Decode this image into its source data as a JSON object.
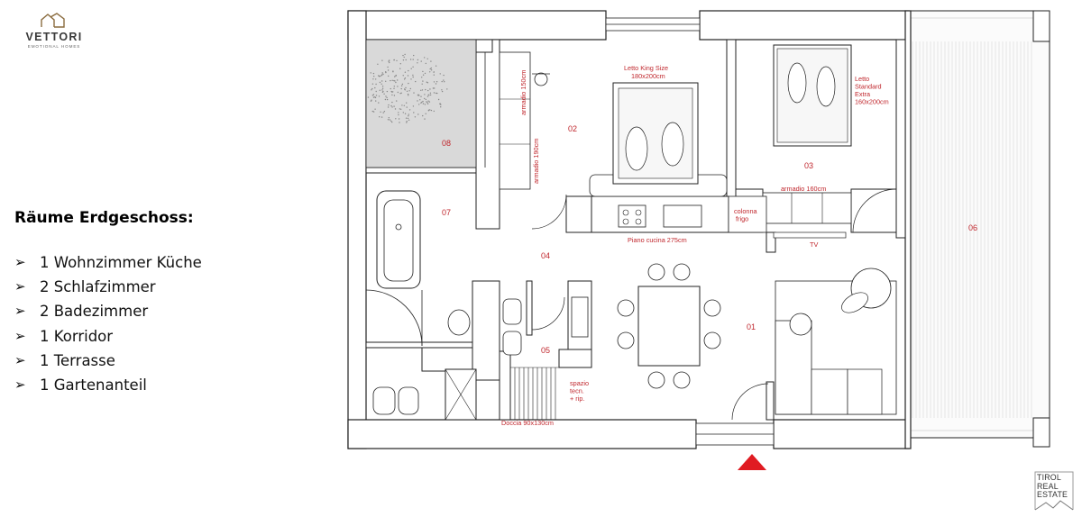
{
  "brand": {
    "name": "VETTORI",
    "tagline": "EMOTIONAL HOMES"
  },
  "rooms_panel": {
    "title": "Räume Erdgeschoss:",
    "items": [
      "1 Wohnzimmer Küche",
      "2 Schlafzimmer",
      "2 Badezimmer",
      "1 Korridor",
      "1 Terrasse",
      "1 Gartenanteil"
    ]
  },
  "plan": {
    "room_numbers": {
      "r01": "01",
      "r02": "02",
      "r03": "03",
      "r04": "04",
      "r05": "05",
      "r06": "06",
      "r07": "07",
      "r08": "08"
    },
    "labels": {
      "bed_king": [
        "Letto King Size",
        "180x200cm"
      ],
      "bed_standard": [
        "Letto",
        "Standard",
        "Extra",
        "160x200cm"
      ],
      "wardrobe_150": "armadio 150cm",
      "wardrobe_190": "armadio 190cm",
      "wardrobe_160": "armadio 160cm",
      "fridge_column": [
        "colonna",
        "frigo"
      ],
      "kitchen_top": "Piano cucina 275cm",
      "tv": "TV",
      "tech_space": [
        "spazio",
        "tecn.",
        "+ rip."
      ],
      "shower": "Doccia 90x130cm"
    },
    "colors": {
      "wall_stroke": "#222222",
      "room_number": "#c0272d",
      "entrance_marker": "#e01b22",
      "garden_fill": "#d9d9d9",
      "label": "#c0272d"
    }
  },
  "badge": {
    "lines": [
      "TIROL",
      "REAL",
      "ESTATE"
    ]
  },
  "icons": {
    "logo_mark": "house-outline-icon",
    "entrance": "triangle-up-icon",
    "bullet": "arrow-bullet-icon"
  }
}
